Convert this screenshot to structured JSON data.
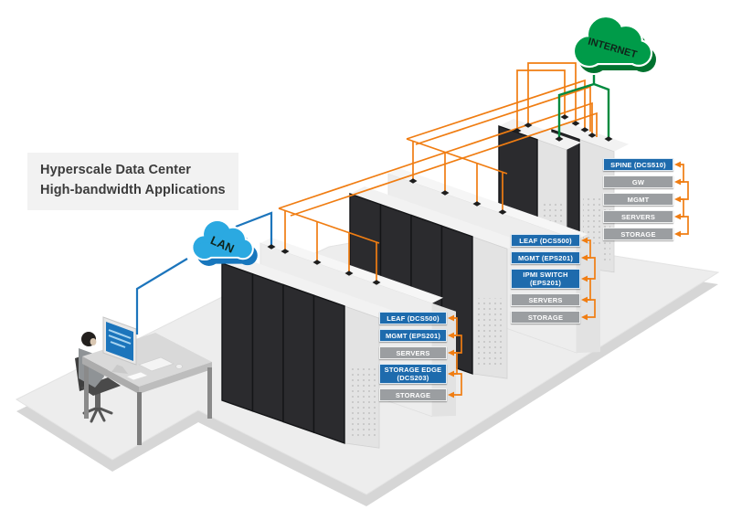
{
  "title": {
    "line1": "Hyperscale Data Center",
    "line2": "High-bandwidth Applications"
  },
  "clouds": {
    "internet": {
      "label": "INTERNET",
      "color": "#009B49",
      "shade": "#00722F"
    },
    "lan": {
      "label": "LAN",
      "color": "#2BA9E1",
      "shade": "#1877BD"
    }
  },
  "colors": {
    "orange": "#F07D12",
    "green_line": "#008A3E",
    "blue_line": "#1C75BC",
    "label_blue": "#1E6BAD",
    "label_gray": "#9B9EA1",
    "rack_panel_blue": "#3E82C4",
    "floor": "#EDEDED"
  },
  "label_stacks": [
    {
      "name": "front-row-labels",
      "labels": [
        {
          "text": "LEAF (DCS500)",
          "style": "blue",
          "lines": 1
        },
        {
          "text": "MGMT (EPS201)",
          "style": "blue",
          "lines": 1
        },
        {
          "text": "SERVERS",
          "style": "gray",
          "lines": 1
        },
        {
          "text": "STORAGE EDGE (DCS203)",
          "style": "blue",
          "lines": 2
        },
        {
          "text": "STORAGE",
          "style": "gray",
          "lines": 1
        }
      ]
    },
    {
      "name": "middle-row-labels",
      "labels": [
        {
          "text": "LEAF (DCS500)",
          "style": "blue",
          "lines": 1
        },
        {
          "text": "MGMT (EPS201)",
          "style": "blue",
          "lines": 1
        },
        {
          "text": "IPMI SWITCH (EPS201)",
          "style": "blue",
          "lines": 2
        },
        {
          "text": "SERVERS",
          "style": "gray",
          "lines": 1
        },
        {
          "text": "STORAGE",
          "style": "gray",
          "lines": 1
        }
      ]
    },
    {
      "name": "spine-labels",
      "labels": [
        {
          "text": "SPINE (DCS510)",
          "style": "blue",
          "lines": 1
        },
        {
          "text": "GW",
          "style": "gray",
          "lines": 1
        },
        {
          "text": "MGMT",
          "style": "gray",
          "lines": 1
        },
        {
          "text": "SERVERS",
          "style": "gray",
          "lines": 1
        },
        {
          "text": "STORAGE",
          "style": "gray",
          "lines": 1
        }
      ]
    }
  ]
}
